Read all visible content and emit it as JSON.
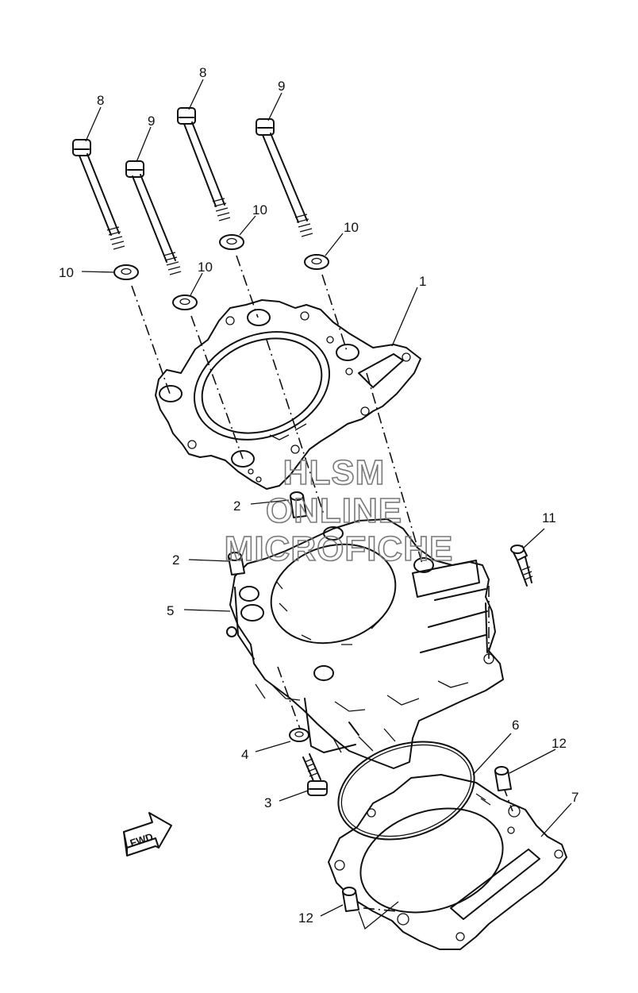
{
  "callouts": {
    "c1": "1",
    "c2a": "2",
    "c2b": "2",
    "c3": "3",
    "c4": "4",
    "c5": "5",
    "c6": "6",
    "c7": "7",
    "c8a": "8",
    "c8b": "8",
    "c9a": "9",
    "c9b": "9",
    "c10a": "10",
    "c10b": "10",
    "c10c": "10",
    "c10d": "10",
    "c11": "11",
    "c12a": "12",
    "c12b": "12"
  },
  "watermark": {
    "line1": "HLSM",
    "line2": "ONLINE",
    "line3": "MICROFICHE"
  },
  "direction_badge": {
    "text": "FWD"
  }
}
